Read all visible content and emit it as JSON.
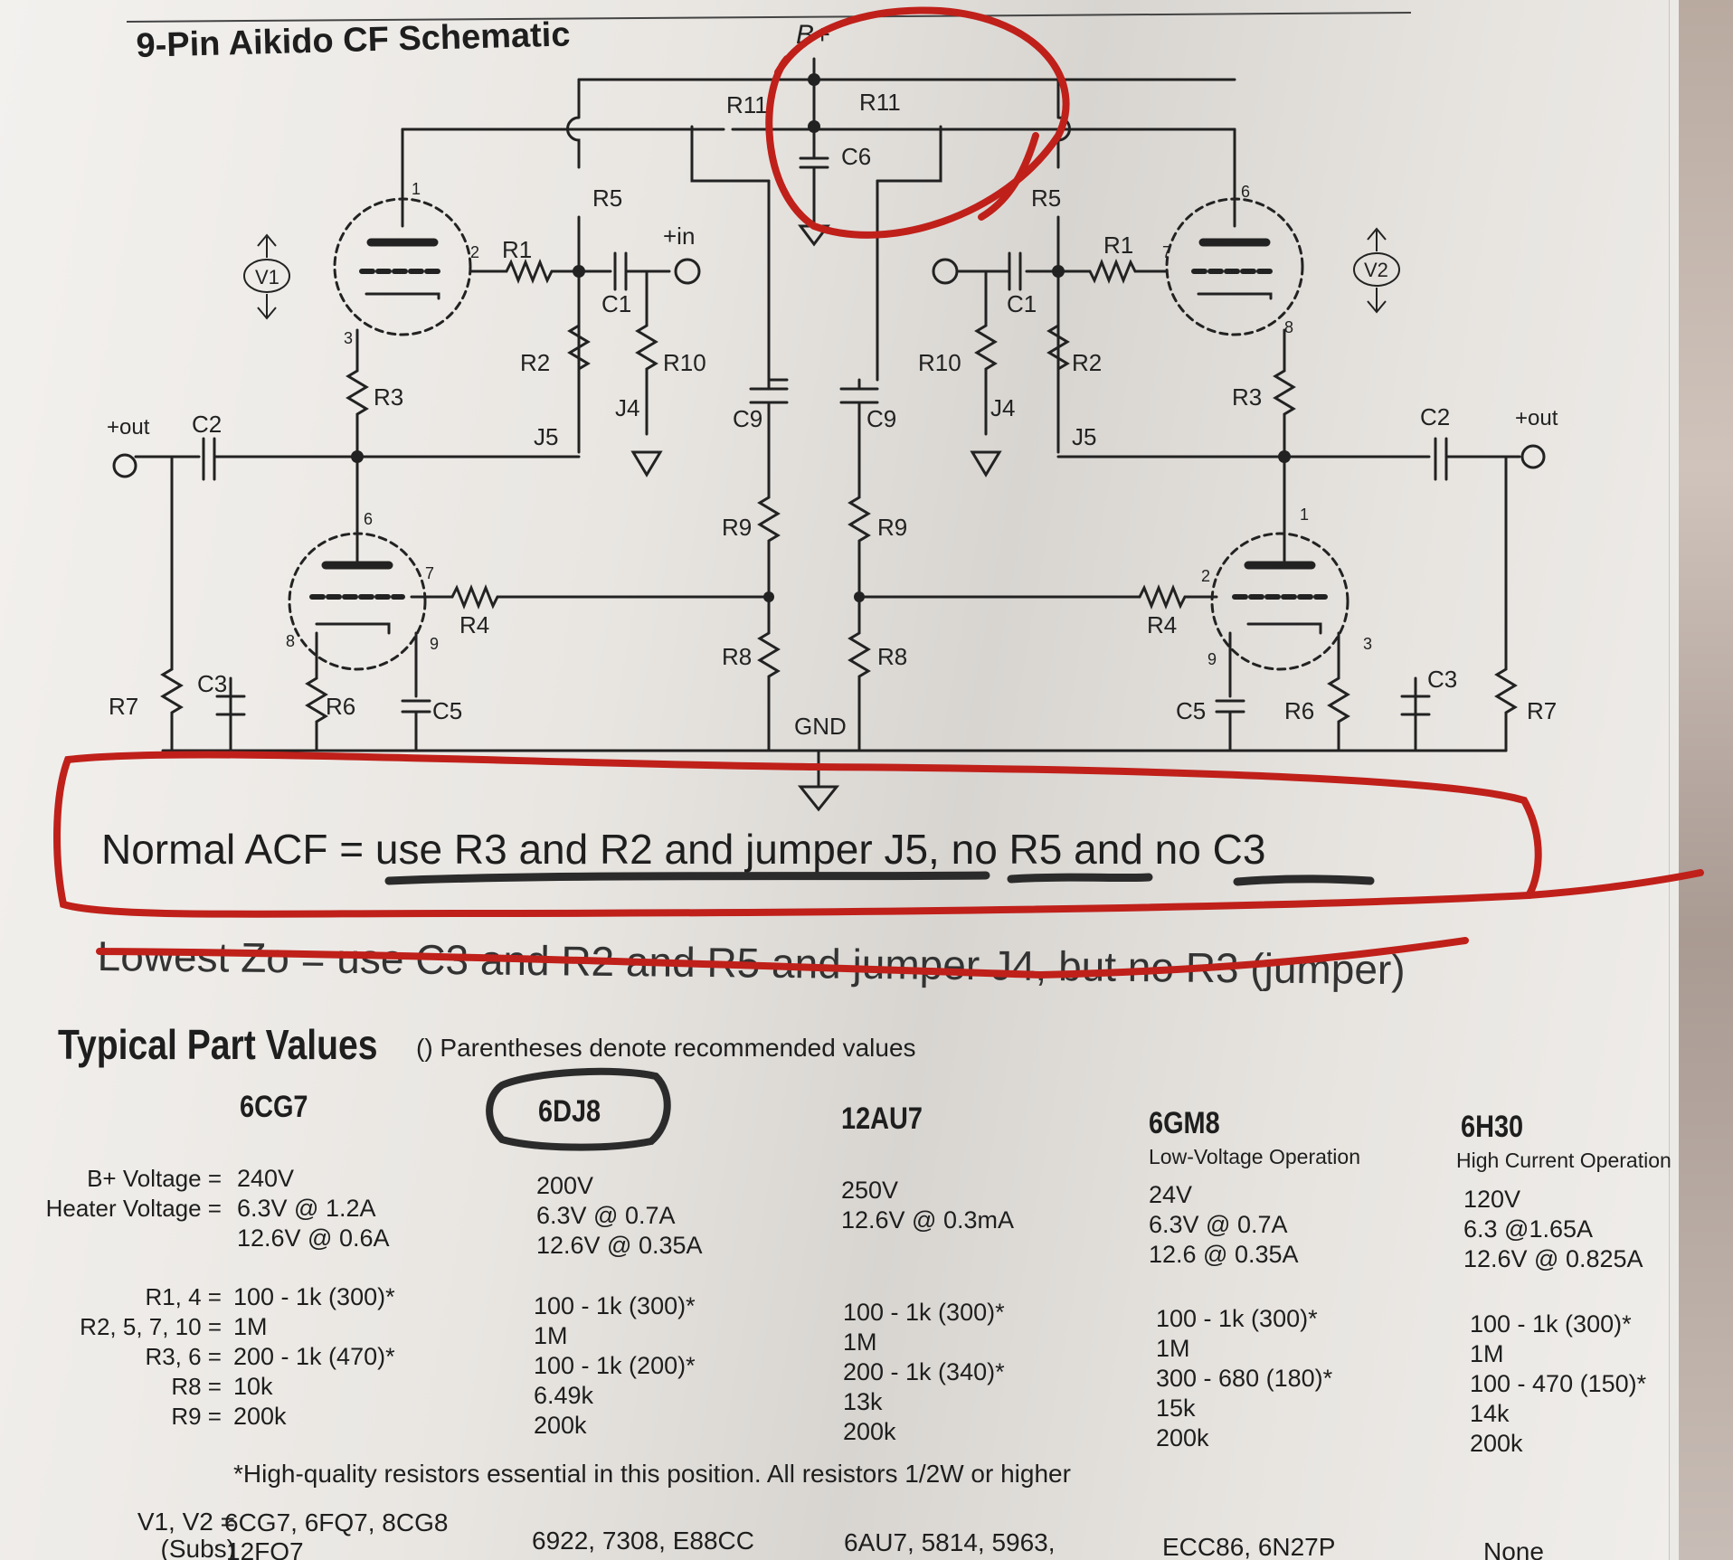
{
  "title": "9-Pin Aikido CF  Schematic",
  "schematic": {
    "top_rail": "B+",
    "tubes": [
      "V1",
      "V2"
    ],
    "gnd": "GND",
    "labels": {
      "plus_in": "+in",
      "plus_out": "+out",
      "R1": "R1",
      "R2": "R2",
      "R3": "R3",
      "R4": "R4",
      "R5": "R5",
      "R6": "R6",
      "R7": "R7",
      "R8": "R8",
      "R9": "R9",
      "R10": "R10",
      "R11": "R11",
      "C1": "C1",
      "C2": "C2",
      "C3": "C3",
      "C5": "C5",
      "C6": "C6",
      "C9": "C9",
      "J4": "J4",
      "J5": "J5"
    },
    "pins": [
      "1",
      "2",
      "3",
      "6",
      "7",
      "8",
      "9"
    ]
  },
  "notes": {
    "normal": "Normal ACF = use R3 and R2 and jumper J5, no R5 and no C3",
    "lowest": "Lowest Zo = use C3 and R2 and R5 and jumper J4, but no R3 (jumper)"
  },
  "table": {
    "heading": "Typical Part Values",
    "paren_note": "() Parentheses denote recommended values",
    "row_labels_a": [
      "B+ Voltage =",
      "Heater Voltage ="
    ],
    "row_labels_b": [
      "R1,  4 =",
      "R2, 5, 7, 10 =",
      "R3, 6 =",
      "R8 =",
      "R9 ="
    ],
    "columns": [
      {
        "name": "6CG7",
        "note": "",
        "a": [
          "240V",
          "6.3V @ 1.2A",
          "12.6V @ 0.6A"
        ],
        "b": [
          "100 - 1k (300)*",
          "1M",
          "200 - 1k (470)*",
          "10k",
          "200k"
        ],
        "subs": "6CG7, 6FQ7, 8CG8"
      },
      {
        "name": "6DJ8",
        "note": "",
        "a": [
          "200V",
          "6.3V @ 0.7A",
          "12.6V @ 0.35A"
        ],
        "b": [
          "100 - 1k (300)*",
          "1M",
          "100 - 1k (200)*",
          "6.49k",
          "200k"
        ],
        "subs": "6922, 7308, E88CC"
      },
      {
        "name": "12AU7",
        "note": "",
        "a": [
          "250V",
          "12.6V @ 0.3mA",
          ""
        ],
        "b": [
          "100 - 1k (300)*",
          "1M",
          "200 - 1k (340)*",
          "13k",
          "200k"
        ],
        "subs": "6AU7, 5814, 5963,"
      },
      {
        "name": "6GM8",
        "note": "Low-Voltage Operation",
        "a": [
          "24V",
          "6.3V @ 0.7A",
          "12.6 @ 0.35A"
        ],
        "b": [
          "100 - 1k (300)*",
          "1M",
          "300 - 680 (180)*",
          "15k",
          "200k"
        ],
        "subs": "ECC86, 6N27P"
      },
      {
        "name": "6H30",
        "note": "High Current Operation",
        "a": [
          "120V",
          "6.3 @1.65A",
          "12.6V @ 0.825A"
        ],
        "b": [
          "100 - 1k (300)*",
          "1M",
          "100 - 470 (150)*",
          "14k",
          "200k"
        ],
        "subs": "None"
      }
    ],
    "footnote": "*High-quality resistors essential in this position.  All resistors 1/2W or higher",
    "subs_label": "V1, V2 =",
    "subs_label2": "(Subs)",
    "subs_extra": "12FQ7"
  },
  "colors": {
    "ink": "#222222",
    "pen_red": "#c0201a",
    "pencil": "#2b2b2b"
  }
}
